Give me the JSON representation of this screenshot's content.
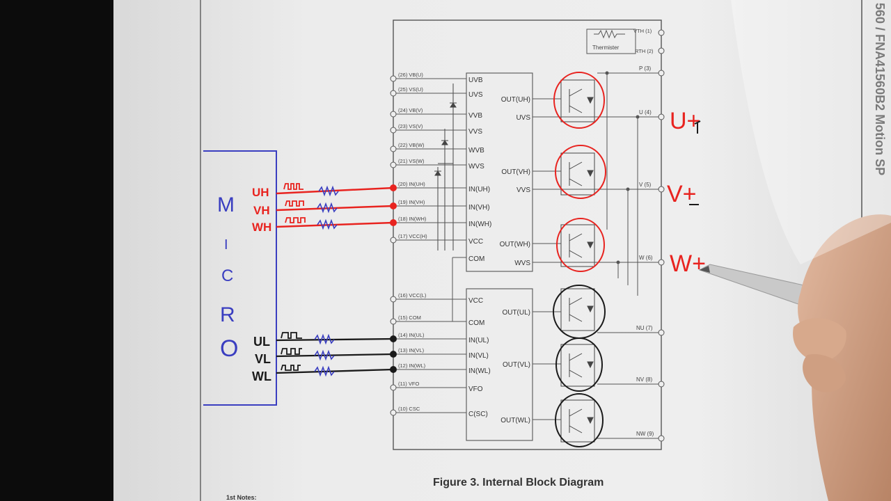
{
  "doc": {
    "header_vertical": "560 / FNA41560B2 Motion SP",
    "caption": "Figure 3. Internal Block Diagram",
    "notes": "1st Notes:"
  },
  "thermistor": {
    "label": "Thermister",
    "pin_vth": "VTH (1)",
    "pin_rth": "RTH (2)"
  },
  "left_pins": [
    "(26) VB(U)",
    "(25) VS(U)",
    "(24) VB(V)",
    "(23) VS(V)",
    "(22) VB(W)",
    "(21) VS(W)",
    "(20) IN(UH)",
    "(19) IN(VH)",
    "(18) IN(WH)",
    "(17) VCC(H)",
    "(16) VCC(L)",
    "(15) COM",
    "(14) IN(UL)",
    "(13) IN(VL)",
    "(12) IN(WL)",
    "(11) VFO",
    "(10) CSC"
  ],
  "high_ic": {
    "left_labels": [
      "UVB",
      "UVS",
      "VVB",
      "VVS",
      "WVB",
      "WVS",
      "IN(UH)",
      "IN(VH)",
      "IN(WH)",
      "VCC",
      "COM"
    ],
    "right_labels": [
      "OUT(UH)",
      "UVS",
      "OUT(VH)",
      "VVS",
      "OUT(WH)",
      "WVS"
    ]
  },
  "low_ic": {
    "left_labels": [
      "VCC",
      "COM",
      "IN(UL)",
      "IN(VL)",
      "IN(WL)",
      "VFO",
      "C(SC)"
    ],
    "right_labels": [
      "OUT(UL)",
      "OUT(VL)",
      "OUT(WL)"
    ]
  },
  "right_pins": [
    "P (3)",
    "U (4)",
    "V (5)",
    "W (6)",
    "NU (7)",
    "NV (8)",
    "NW (9)"
  ],
  "annotations": {
    "micro_letters": [
      "M",
      "I",
      "C",
      "R",
      "O"
    ],
    "high_signals": [
      "UH",
      "VH",
      "WH"
    ],
    "low_signals": [
      "UL",
      "VL",
      "WL"
    ],
    "phase_labels": [
      "U+",
      "V+",
      "W+"
    ],
    "colors": {
      "red": "#e8231f",
      "blue": "#3a3ec0",
      "black": "#1a1a1a"
    }
  }
}
